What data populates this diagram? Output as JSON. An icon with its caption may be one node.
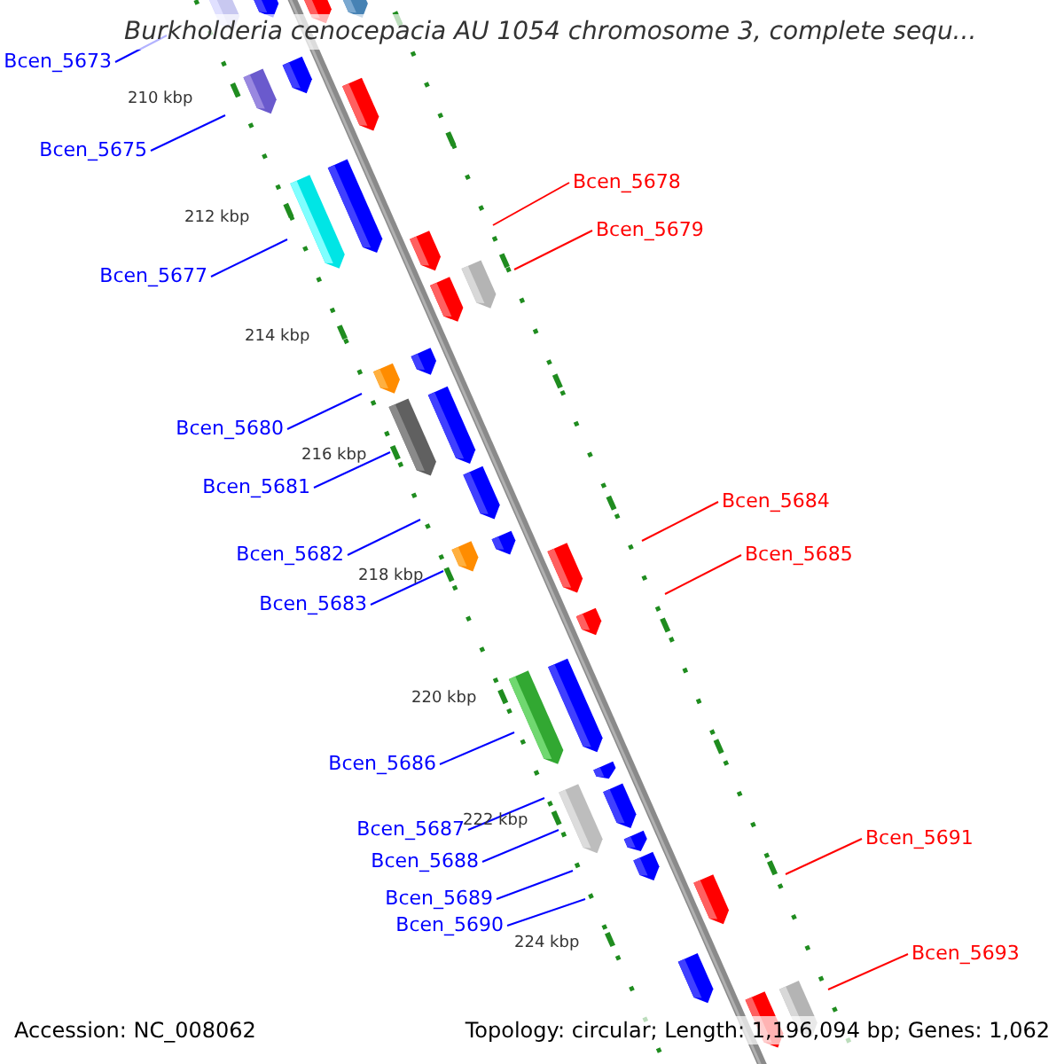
{
  "diagram": {
    "title": "Burkholderia cenocepacia AU 1054 chromosome 3, complete sequ...",
    "nodes": [
      {
        "text": [
          "Bcen_5673"
        ]
      },
      {
        "text": [
          "Bcen_5675"
        ]
      },
      {
        "text": [
          "Bcen_5678"
        ]
      },
      {
        "text": [
          "Bcen_5679"
        ]
      },
      {
        "text": [
          "Bcen_5677"
        ]
      },
      {
        "text": [
          "Bcen_5680"
        ]
      },
      {
        "text": [
          "Bcen_5681"
        ]
      },
      {
        "text": [
          "Bcen_5684"
        ]
      },
      {
        "text": [
          "Bcen_5682"
        ]
      },
      {
        "text": [
          "Bcen_5685"
        ]
      },
      {
        "text": [
          "Bcen_5683"
        ]
      },
      {
        "text": [
          "Bcen_5686"
        ]
      },
      {
        "text": [
          "Bcen_5687"
        ]
      },
      {
        "text": [
          "Bcen_5691"
        ]
      },
      {
        "text": [
          "Bcen_5688"
        ]
      },
      {
        "text": [
          "Bcen_5689"
        ]
      },
      {
        "text": [
          "Bcen_5690"
        ]
      },
      {
        "text": [
          "Bcen_5693"
        ]
      }
    ],
    "edges": [
      {
        "from": 0,
        "to": null,
        "arrow": "none"
      },
      {
        "from": 1,
        "to": null,
        "arrow": "none"
      },
      {
        "from": 2,
        "to": null,
        "arrow": "none",
        "color": "#ff0000"
      },
      {
        "from": 3,
        "to": null,
        "arrow": "none",
        "color": "#ff0000"
      },
      {
        "from": 4,
        "to": null,
        "arrow": "none"
      },
      {
        "from": 5,
        "to": null,
        "arrow": "none"
      },
      {
        "from": 6,
        "to": null,
        "arrow": "none"
      },
      {
        "from": 7,
        "to": null,
        "arrow": "none",
        "color": "#ff0000"
      },
      {
        "from": 8,
        "to": null,
        "arrow": "none"
      },
      {
        "from": 9,
        "to": null,
        "arrow": "none",
        "color": "#ff0000"
      },
      {
        "from": 10,
        "to": null,
        "arrow": "none"
      },
      {
        "from": 11,
        "to": null,
        "arrow": "none"
      },
      {
        "from": 12,
        "to": null,
        "arrow": "none"
      },
      {
        "from": 13,
        "to": null,
        "arrow": "none",
        "color": "#ff0000"
      },
      {
        "from": 14,
        "to": null,
        "arrow": "none"
      },
      {
        "from": 15,
        "to": null,
        "arrow": "none"
      },
      {
        "from": 16,
        "to": null,
        "arrow": "none"
      },
      {
        "from": 17,
        "to": null,
        "arrow": "none",
        "color": "#ff0000"
      }
    ],
    "labels": [
      "210 kbp",
      "212 kbp",
      "214 kbp",
      "216 kbp",
      "218 kbp",
      "220 kbp",
      "222 kbp",
      "224 kbp",
      "Accession: NC_008062",
      "Topology: circular; Length: 1,196,094 bp; Genes: 1,062"
    ]
  }
}
